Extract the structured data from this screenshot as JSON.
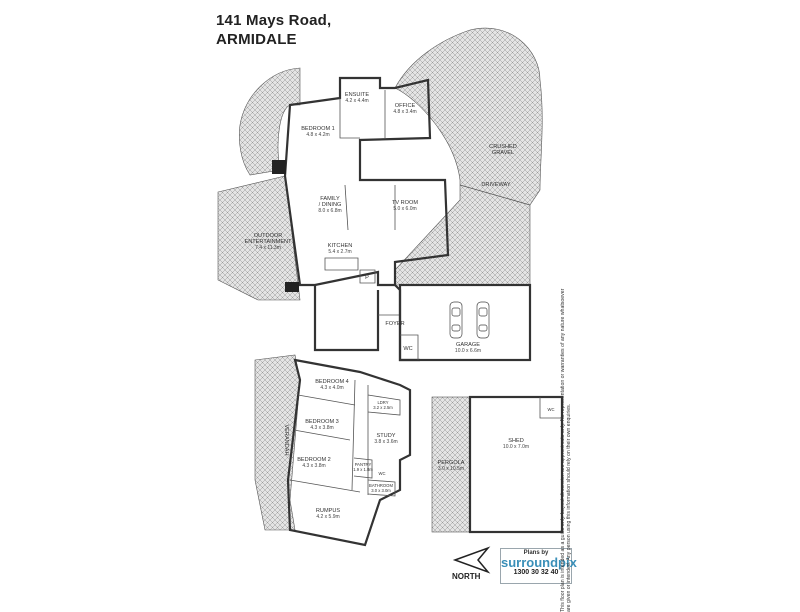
{
  "address": {
    "line1": "141 Mays Road,",
    "line2": "ARMIDALE"
  },
  "rooms": {
    "ensuite": {
      "name": "ENSUITE",
      "dims": "4.2 x 4.4m"
    },
    "office": {
      "name": "OFFICE",
      "dims": "4.8 x 3.4m"
    },
    "bedroom1": {
      "name": "BEDROOM 1",
      "dims": "4.8 x 4.2m"
    },
    "family": {
      "name1": "FAMILY",
      "name2": "/ DINING",
      "dims": "8.0 x 6.8m"
    },
    "tv": {
      "name": "TV ROOM",
      "dims": "5.0 x 6.0m"
    },
    "kitchen": {
      "name": "KITCHEN",
      "dims": "5.4 x 2.7m"
    },
    "outdoor": {
      "name1": "OUTDOOR",
      "name2": "ENTERTAINMENT",
      "dims": "7.4 x 11.3m"
    },
    "crushed": {
      "name1": "CRUSHED",
      "name2": "GRAVEL"
    },
    "driveway": {
      "name": "DRIVEWAY"
    },
    "foyer": {
      "name": "FOYER"
    },
    "garage": {
      "name": "GARAGE",
      "dims": "10.0 x 6.6m"
    },
    "wc": {
      "name": "WC"
    },
    "pantry": {
      "name": "P"
    },
    "bedroom4": {
      "name": "BEDROOM 4",
      "dims": "4.3 x 4.0m"
    },
    "bedroom3": {
      "name": "BEDROOM 3",
      "dims": "4.3 x 3.8m"
    },
    "bedroom2": {
      "name": "BEDROOM 2",
      "dims": "4.3 x 3.8m"
    },
    "study": {
      "name": "STUDY",
      "dims": "3.8 x 3.6m"
    },
    "laundry": {
      "name": "LDRY",
      "dims": "3.2 x 2.5m"
    },
    "bathroom": {
      "name": "BATHROOM",
      "dims": "3.0 x 3.0m"
    },
    "pantry2": {
      "name": "PANTRY",
      "dims": "1.9 x 1.8m"
    },
    "rumpus": {
      "name": "RUMPUS",
      "dims": "4.2 x 5.9m"
    },
    "verandah": {
      "name": "VERANDAH"
    },
    "shed": {
      "name": "SHED",
      "dims": "10.0 x 7.0m"
    },
    "pergola": {
      "name": "PERGOLA",
      "dims": "3.0 x 10.5m"
    },
    "shed_wc": {
      "name": "WC"
    },
    "wc2": {
      "name": "WC"
    }
  },
  "compass": {
    "label": "NORTH"
  },
  "logo": {
    "head": "Plans by",
    "brand": "surroundpix",
    "phone": "1300 30 32 40"
  },
  "disclaimer": "This floor plan is intended as a guide only. Layout dimension are approximate only. No representation or warranties of any nature whatsoever are given or intended. Any person using this information should rely on their own enquiries.",
  "colors": {
    "hatch": "#8f8f8f",
    "wall": "#333333",
    "accent": "#3a8fb8"
  }
}
